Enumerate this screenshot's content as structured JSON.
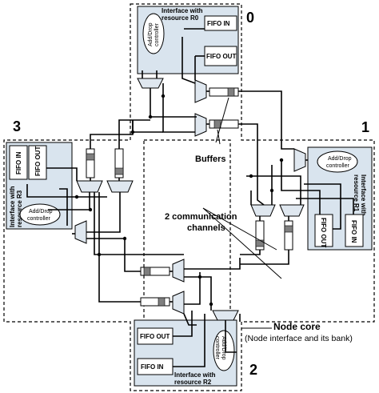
{
  "nodes": {
    "n0": {
      "number": "0",
      "interface": [
        "Interface with",
        "resource R0"
      ],
      "fifo_in": "FIFO IN",
      "fifo_out": "FIFO OUT",
      "controller": [
        "Add/Drop",
        "controller"
      ]
    },
    "n1": {
      "number": "1",
      "interface": [
        "Interface with",
        "resource R1"
      ],
      "fifo_in": "FIFO IN",
      "fifo_out": "FIFO OUT",
      "controller": [
        "Add/Drop",
        "controller"
      ]
    },
    "n2": {
      "number": "2",
      "interface": [
        "Interface with",
        "resource R2"
      ],
      "fifo_in": "FIFO IN",
      "fifo_out": "FIFO OUT",
      "controller": [
        "Add/Drop",
        "controller"
      ]
    },
    "n3": {
      "number": "3",
      "interface": [
        "Interface with",
        "resource R3"
      ],
      "fifo_in": "FIFO IN",
      "fifo_out": "FIFO OUT",
      "controller": [
        "Add/Drop",
        "controller"
      ]
    }
  },
  "annotations": {
    "buffers": "Buffers",
    "channels": [
      "2 communication",
      "channels"
    ],
    "node_core": "Node core",
    "node_core_desc": "(Node interface and its bank)"
  },
  "colors": {
    "interface_fill": "#d9e4ee",
    "buffer_cell": "#7f7f7f"
  }
}
